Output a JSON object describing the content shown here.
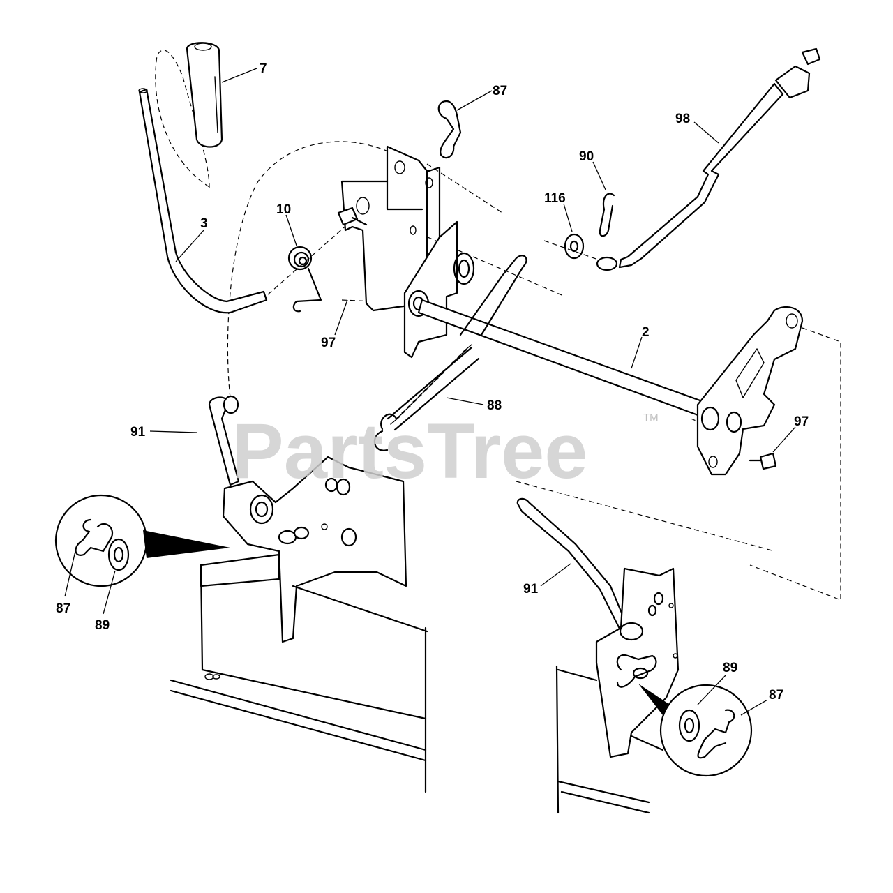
{
  "watermark": {
    "text": "PartsTree",
    "trademark": "TM"
  },
  "callouts": [
    {
      "id": "7",
      "label": "7"
    },
    {
      "id": "87-top",
      "label": "87"
    },
    {
      "id": "98",
      "label": "98"
    },
    {
      "id": "90",
      "label": "90"
    },
    {
      "id": "116",
      "label": "116"
    },
    {
      "id": "10",
      "label": "10"
    },
    {
      "id": "3",
      "label": "3"
    },
    {
      "id": "97-center",
      "label": "97"
    },
    {
      "id": "2",
      "label": "2"
    },
    {
      "id": "88",
      "label": "88"
    },
    {
      "id": "91-left",
      "label": "91"
    },
    {
      "id": "97-right",
      "label": "97"
    },
    {
      "id": "87-left",
      "label": "87"
    },
    {
      "id": "89-left",
      "label": "89"
    },
    {
      "id": "91-right",
      "label": "91"
    },
    {
      "id": "89-right",
      "label": "89"
    },
    {
      "id": "87-right",
      "label": "87"
    }
  ]
}
